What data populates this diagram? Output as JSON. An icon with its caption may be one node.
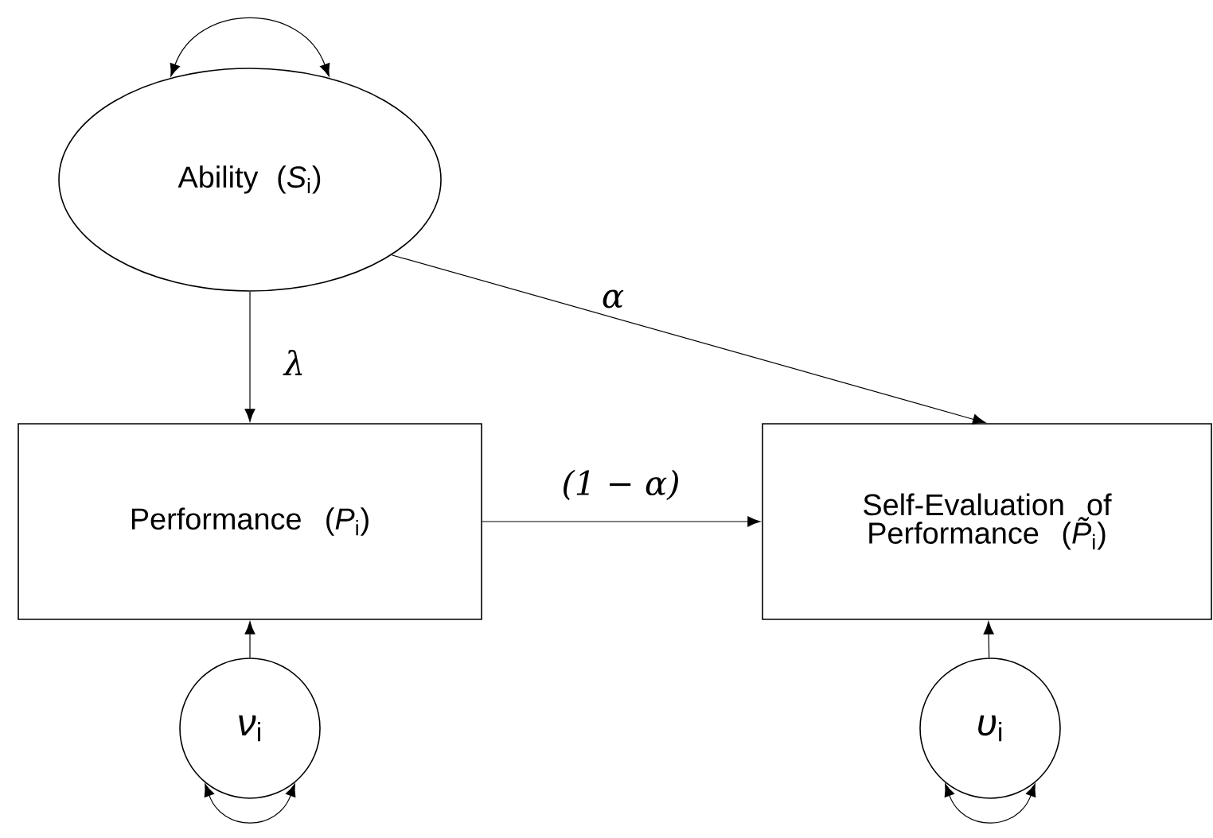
{
  "diagram": {
    "nodes": [
      {
        "text": [
          "Ability (*S*$_{i}$)"
        ]
      },
      {
        "text": [
          "Performance (*P*$_{i}$)"
        ]
      },
      {
        "text": [
          "Self-Evaluation of Performance (*P̃*$_{i}$)"
        ]
      },
      {
        "text": [
          "*ν*$_{i}$"
        ]
      },
      {
        "text": [
          "*υ*$_{i}$"
        ]
      }
    ],
    "edges": [
      {
        "from": 0,
        "to": 0,
        "arrow": "both"
      },
      {
        "from": 0,
        "to": 1,
        "arrow": "to",
        "label": "λ"
      },
      {
        "from": 0,
        "to": 2,
        "arrow": "to",
        "label": "α"
      },
      {
        "from": 1,
        "to": 2,
        "arrow": "to",
        "label": "(1 − *α*)"
      },
      {
        "from": 3,
        "to": 1,
        "arrow": "to"
      },
      {
        "from": 4,
        "to": 2,
        "arrow": "to"
      },
      {
        "from": 3,
        "to": 3,
        "arrow": "both"
      },
      {
        "from": 4,
        "to": 4,
        "arrow": "both"
      }
    ]
  }
}
